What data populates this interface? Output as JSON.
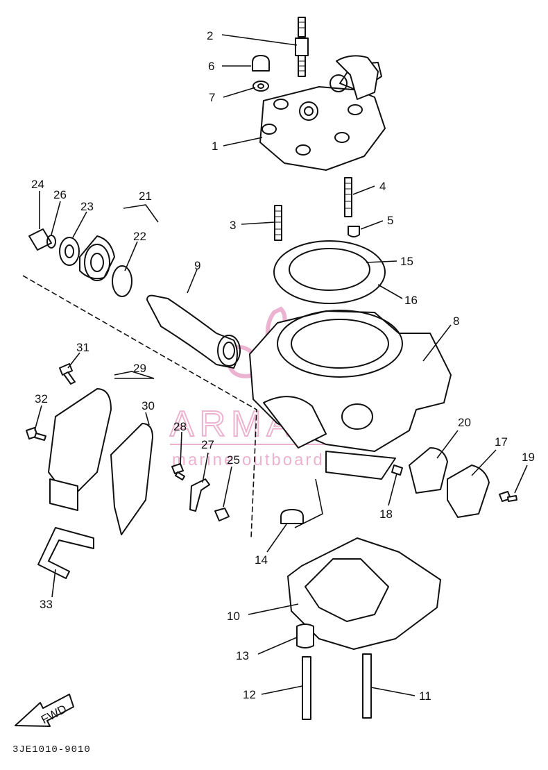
{
  "diagram": {
    "code": "3JE1010-9010",
    "fwd_label": "FWD",
    "watermark": {
      "brand": "ARMADA",
      "tagline": "marine outboards",
      "color": "#e8a6c8"
    },
    "callouts": [
      {
        "id": "1",
        "label": "1"
      },
      {
        "id": "2",
        "label": "2"
      },
      {
        "id": "3",
        "label": "3"
      },
      {
        "id": "4",
        "label": "4"
      },
      {
        "id": "5",
        "label": "5"
      },
      {
        "id": "6",
        "label": "6"
      },
      {
        "id": "7",
        "label": "7"
      },
      {
        "id": "8",
        "label": "8"
      },
      {
        "id": "9",
        "label": "9"
      },
      {
        "id": "10",
        "label": "10"
      },
      {
        "id": "11",
        "label": "11"
      },
      {
        "id": "12",
        "label": "12"
      },
      {
        "id": "13",
        "label": "13"
      },
      {
        "id": "14",
        "label": "14"
      },
      {
        "id": "15",
        "label": "15"
      },
      {
        "id": "16",
        "label": "16"
      },
      {
        "id": "17",
        "label": "17"
      },
      {
        "id": "18",
        "label": "18"
      },
      {
        "id": "19",
        "label": "19"
      },
      {
        "id": "20",
        "label": "20"
      },
      {
        "id": "21",
        "label": "21"
      },
      {
        "id": "22",
        "label": "22"
      },
      {
        "id": "23",
        "label": "23"
      },
      {
        "id": "24",
        "label": "24"
      },
      {
        "id": "25",
        "label": "25"
      },
      {
        "id": "26",
        "label": "26"
      },
      {
        "id": "27",
        "label": "27"
      },
      {
        "id": "28",
        "label": "28"
      },
      {
        "id": "29",
        "label": "29"
      },
      {
        "id": "30",
        "label": "30"
      },
      {
        "id": "31",
        "label": "31"
      },
      {
        "id": "32",
        "label": "32"
      },
      {
        "id": "33",
        "label": "33"
      }
    ]
  }
}
